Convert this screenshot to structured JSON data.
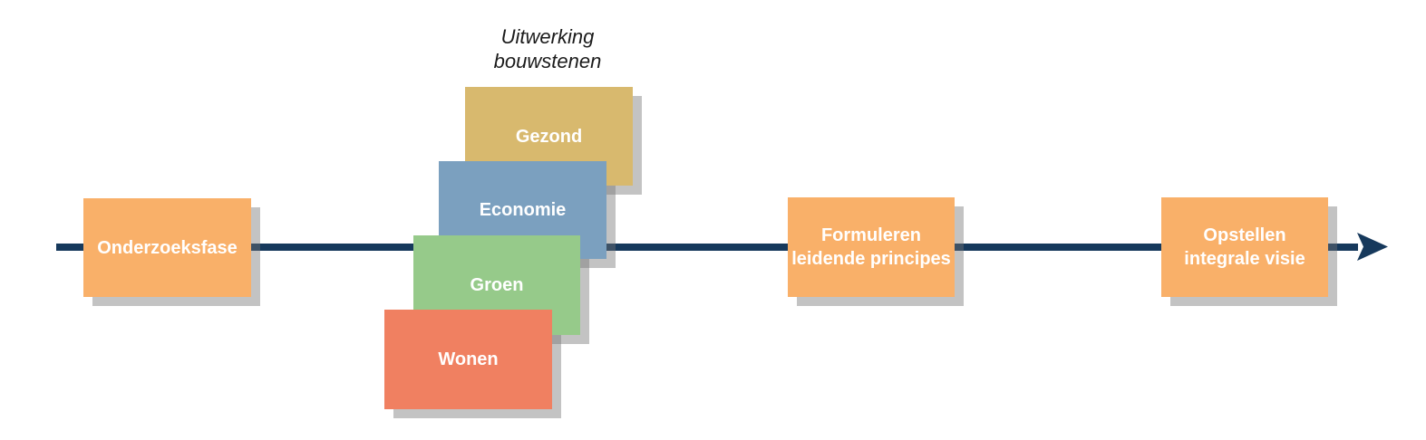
{
  "title": {
    "text": "Uitwerking\nbouwstenen"
  },
  "colors": {
    "timeline": "#16395C",
    "phase_fill": "#F9B069",
    "shadow": "rgba(115,115,115,0.43)",
    "title_text": "#1B1B1B",
    "box_text": "#FFFFFF"
  },
  "phases": [
    {
      "label": "Onderzoeksfase"
    },
    {
      "label": "Formuleren\nleidende principes"
    },
    {
      "label": "Opstellen\nintegrale visie"
    }
  ],
  "building_blocks": [
    {
      "label": "Gezond",
      "color": "#D8B96E"
    },
    {
      "label": "Economie",
      "color": "#7BA0BF"
    },
    {
      "label": "Groen",
      "color": "#96CA8A"
    },
    {
      "label": "Wonen",
      "color": "#F08061"
    }
  ]
}
